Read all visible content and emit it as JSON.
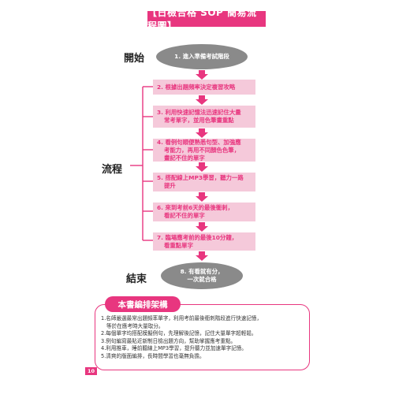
{
  "title": "【日檢合格 SOP 簡易流程圖】",
  "side_labels": {
    "start": "開始",
    "flow": "流程",
    "end": "結束"
  },
  "start_node": "1. 進入準備考試階段",
  "steps": [
    [
      "2. 根據出題頻率決定複習攻略"
    ],
    [
      "3. 利用快速記憶法迅速記住大量",
      "常考單字，並用色筆畫重點"
    ],
    [
      "4. 看例句順便熟悉句型、加強應",
      "考能力，再用不同顏色色筆，",
      "畫記不住的單字"
    ],
    [
      "5. 搭配線上MP3學習，聽力一路",
      "提升"
    ],
    [
      "6. 來到考前6天的最後衝刺，",
      "看記不住的單字"
    ],
    [
      "7. 臨場應考前的最後10分鐘，",
      "看重點單字"
    ]
  ],
  "end_node": [
    "8. 有看就有分，",
    "一次就合格"
  ],
  "legend": {
    "heading": "本書編排架構",
    "items": [
      [
        "1.名師嚴選最常出題頻率單字，利用考前最後衝刺階段進行快速記憶，",
        "等於在應考時大量取分。"
      ],
      [
        "2.每個單字均搭配模擬例句，先理解後記憶，記住大量單字超輕鬆。"
      ],
      [
        "3.例句編寫最貼近新制日檢出題方向，幫助掌握應考重點。"
      ],
      [
        "4.利用推車，睡前聽線上MP3學習，提升聽力並加速單字記憶。"
      ],
      [
        "5.清爽的版面編排，長時間學習也毫無負擔。"
      ]
    ]
  },
  "page_number": "10",
  "colors": {
    "accent": "#e8367f",
    "oval": "#8a8a8a",
    "step_fill": "#f5c9da"
  }
}
